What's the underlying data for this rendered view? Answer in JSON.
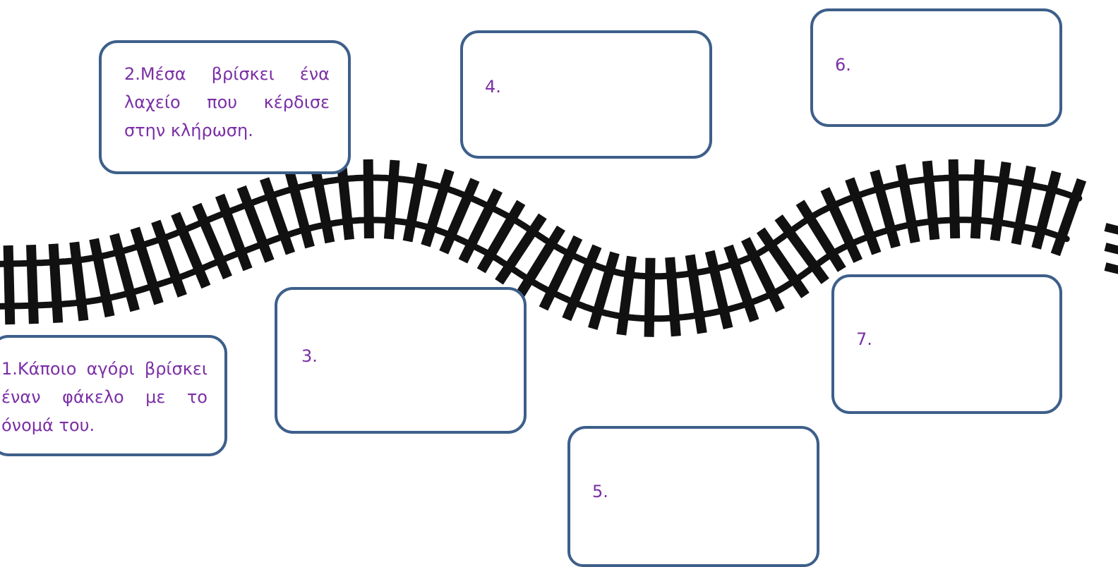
{
  "boxes": {
    "box1": {
      "text": "1.Κάποιο αγόρι βρίσκει έναν φάκελο με το όνομά του."
    },
    "box2": {
      "text": "2.Μέσα βρίσκει ένα λαχείο που κέρδισε στην κλήρωση."
    },
    "box3": {
      "text": "3."
    },
    "box4": {
      "text": "4."
    },
    "box5": {
      "text": "5."
    },
    "box6": {
      "text": "6."
    },
    "box7": {
      "text": "7."
    }
  },
  "colors": {
    "box_border": "#3d5f8a",
    "text": "#7b2fa6",
    "track": "#111111"
  }
}
